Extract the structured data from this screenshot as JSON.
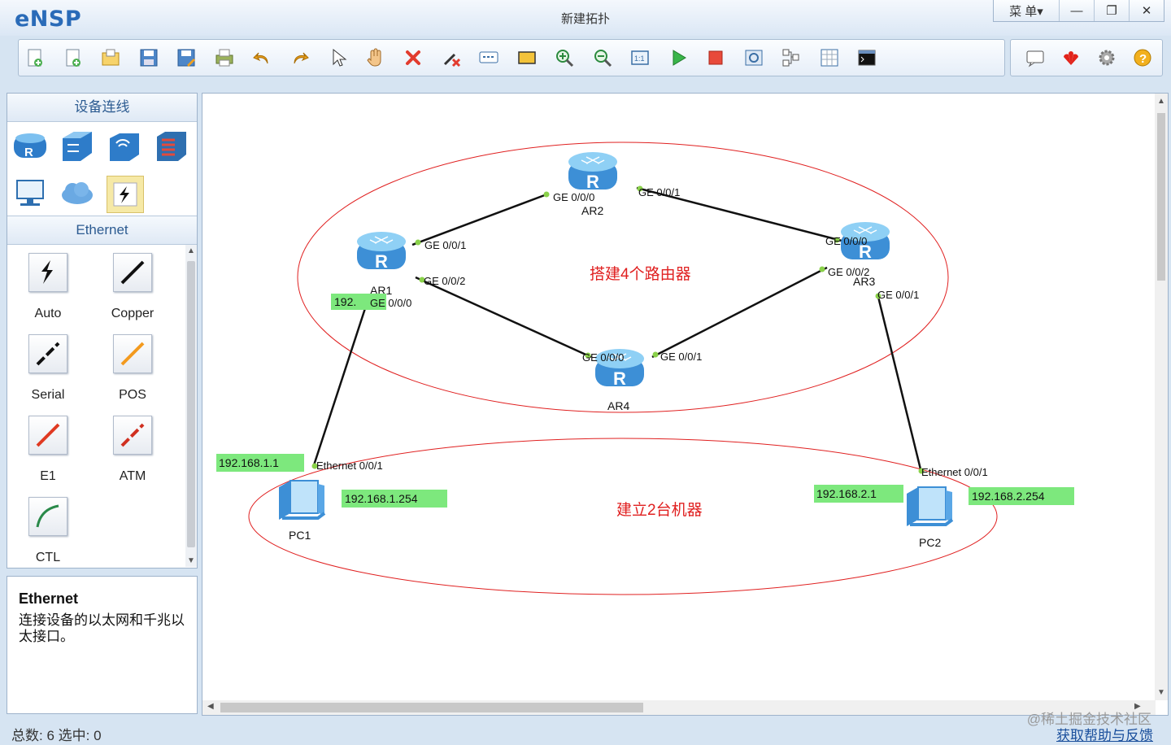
{
  "app": {
    "logo": "eNSP",
    "window_title": "新建拓扑"
  },
  "window_controls": {
    "menu": "菜 单▾",
    "minimize": "—",
    "maximize": "❐",
    "close": "✕"
  },
  "toolbar": {
    "main_icons": [
      "new-topology-icon",
      "new-example-icon",
      "open-icon",
      "save-icon",
      "save-as-icon",
      "print-icon",
      "undo-icon",
      "redo-icon",
      "pointer-icon",
      "pan-hand-icon",
      "delete-icon",
      "delete-link-icon",
      "text-note-icon",
      "rectangle-icon",
      "zoom-in-icon",
      "zoom-out-icon",
      "fit-view-icon",
      "start-device-icon",
      "stop-device-icon",
      "capture-icon",
      "topology-icon",
      "grid-icon",
      "command-line-icon"
    ],
    "right_icons": [
      "forum-icon",
      "huawei-icon",
      "settings-icon",
      "help-icon"
    ]
  },
  "device_panel": {
    "title": "设备连线",
    "device_icons": [
      "router-icon",
      "switch-icon",
      "wlan-icon",
      "firewall-icon",
      "pc-icon",
      "cloud-icon",
      "connection-icon"
    ],
    "category_title": "Ethernet",
    "cables": [
      {
        "label": "Auto",
        "icon": "auto-cable-icon",
        "color": "#111111"
      },
      {
        "label": "Copper",
        "icon": "copper-cable-icon",
        "color": "#111111"
      },
      {
        "label": "Serial",
        "icon": "serial-cable-icon",
        "color": "#111111"
      },
      {
        "label": "POS",
        "icon": "pos-cable-icon",
        "color": "#f39a1e"
      },
      {
        "label": "E1",
        "icon": "e1-cable-icon",
        "color": "#e03a22"
      },
      {
        "label": "ATM",
        "icon": "atm-cable-icon",
        "color": "#d03020"
      },
      {
        "label": "CTL",
        "icon": "ctl-cable-icon",
        "color": "#2a8a4a"
      }
    ]
  },
  "description": {
    "title": "Ethernet",
    "text": "连接设备的以太网和千兆以太接口。"
  },
  "topology": {
    "annotations": [
      "搭建4个路由器",
      "建立2台机器"
    ],
    "annotation_color": "#e02020",
    "devices": [
      {
        "id": "AR1",
        "name": "AR1",
        "type": "router"
      },
      {
        "id": "AR2",
        "name": "AR2",
        "type": "router"
      },
      {
        "id": "AR3",
        "name": "AR3",
        "type": "router"
      },
      {
        "id": "AR4",
        "name": "AR4",
        "type": "router"
      },
      {
        "id": "PC1",
        "name": "PC1",
        "type": "pc"
      },
      {
        "id": "PC2",
        "name": "PC2",
        "type": "pc"
      }
    ],
    "links": [
      {
        "from": "AR1",
        "from_port": "GE 0/0/1",
        "to": "AR2",
        "to_port": "GE 0/0/0"
      },
      {
        "from": "AR2",
        "from_port": "GE 0/0/1",
        "to": "AR3",
        "to_port": "GE 0/0/0"
      },
      {
        "from": "AR1",
        "from_port": "GE 0/0/2",
        "to": "AR4",
        "to_port": "GE 0/0/0"
      },
      {
        "from": "AR4",
        "from_port": "GE 0/0/1",
        "to": "AR3",
        "to_port": "GE 0/0/2"
      },
      {
        "from": "AR1",
        "from_port": "GE 0/0/0",
        "to": "PC1",
        "to_port": "Ethernet 0/0/1"
      },
      {
        "from": "AR3",
        "from_port": "GE 0/0/1",
        "to": "PC2",
        "to_port": "Ethernet 0/0/1"
      }
    ],
    "ip_labels": [
      "192.",
      "192.168.1.1",
      "192.168.1.254",
      "192.168.2.1",
      "192.168.2.254"
    ],
    "ip_label_color": "#7de87d"
  },
  "status": {
    "text": "总数: 6 选中: 0",
    "watermark": "@稀土掘金技术社区",
    "help_link": "获取帮助与反馈"
  }
}
